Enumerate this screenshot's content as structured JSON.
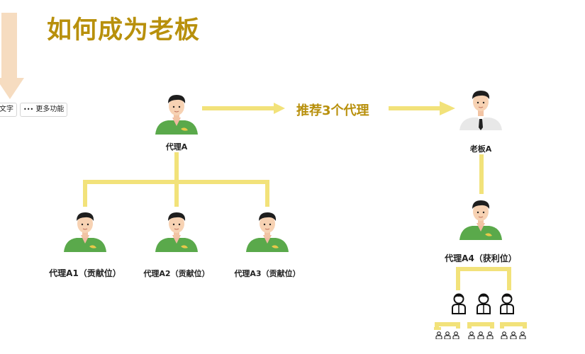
{
  "title": "如何成为老板",
  "toolbar": {
    "text_button": "文字",
    "more_dots": "•••",
    "more_button": "更多功能"
  },
  "flow_text": "推荐3个代理",
  "labels": {
    "agent_a": "代理A",
    "boss_a": "老板A",
    "a1": "代理A1（贡献位）",
    "a2": "代理A2（贡献位）",
    "a3": "代理A3（贡献位）",
    "a4": "代理A4（获利位）"
  },
  "colors": {
    "title": "#b8900c",
    "connector": "#f2e27a",
    "down_arrow": "#f6dcc0",
    "shirt_green": "#5aa94b",
    "hair": "#1e1e1e",
    "skin": "#f7d2b3"
  }
}
